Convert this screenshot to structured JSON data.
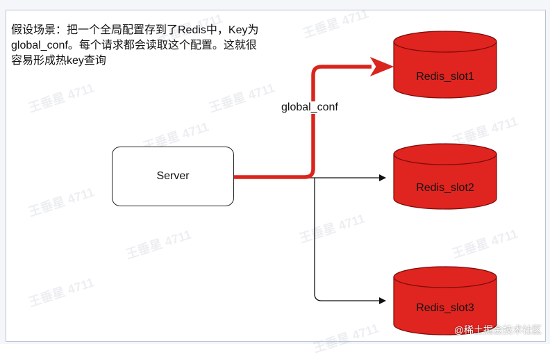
{
  "scenario_lines": [
    "假设场景：把一个全局配置存到了Redis中，Key为",
    "global_conf。每个请求都会读取这个配置。这就很",
    "容易形成热key查询"
  ],
  "server_label": "Server",
  "edge_label": "global_conf",
  "slots": [
    {
      "label": "Redis_slot1",
      "hot": true
    },
    {
      "label": "Redis_slot2",
      "hot": false
    },
    {
      "label": "Redis_slot3",
      "hot": false
    }
  ],
  "watermark_text": "王垂星 4711",
  "credit_text": "@稀土掘金技术社区",
  "colors": {
    "db_fill": "#e0241f",
    "db_stroke": "#7a0c0a",
    "hot_edge": "#d9251c",
    "normal_edge": "#111111"
  }
}
